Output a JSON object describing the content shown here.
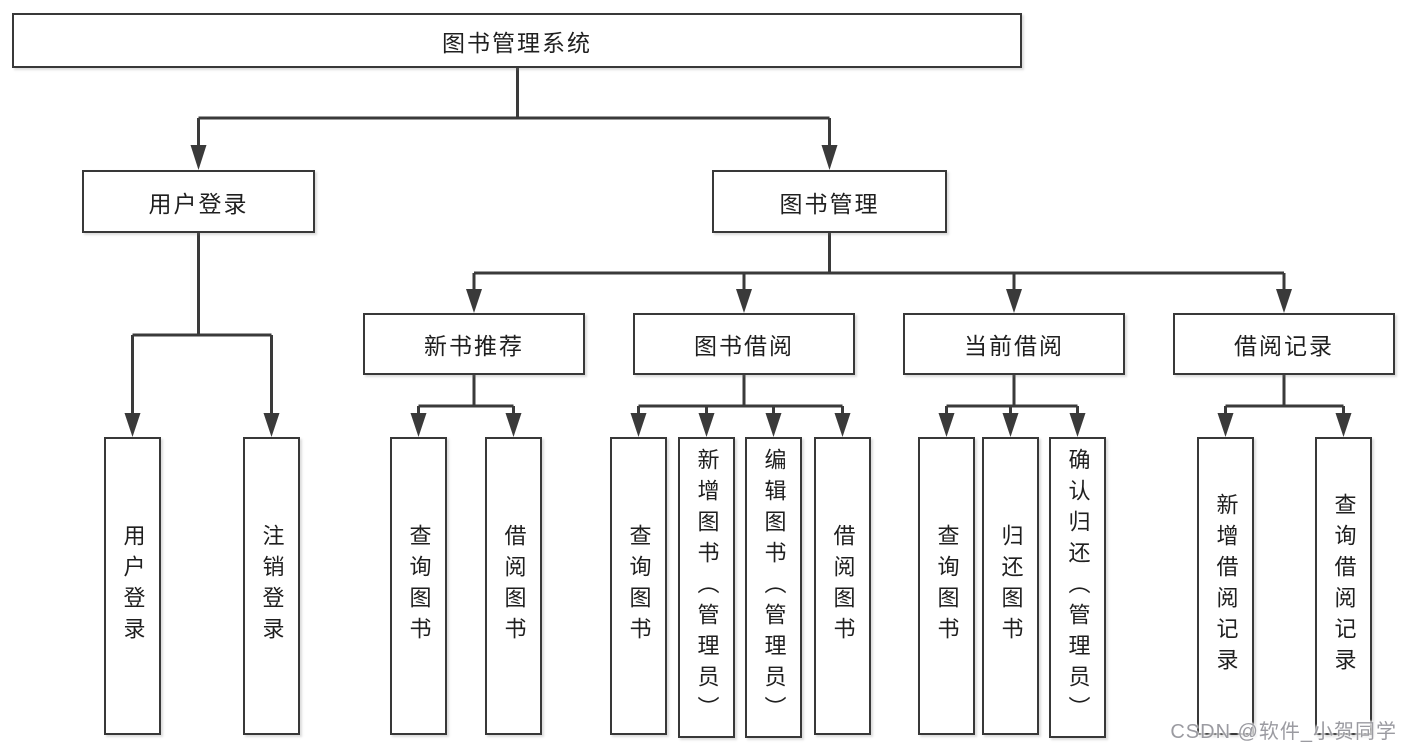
{
  "colors": {
    "line": "#3a3a3a",
    "border": "#383838",
    "text": "#1f1f1f",
    "background": "#ffffff",
    "watermark": "#9b9ba1"
  },
  "watermark": "CSDN @软件_小贺同学",
  "tree": {
    "label": "图书管理系统",
    "children": [
      {
        "label": "用户登录",
        "children": [
          {
            "label": "用户登录"
          },
          {
            "label": "注销登录"
          }
        ]
      },
      {
        "label": "图书管理",
        "children": [
          {
            "label": "新书推荐",
            "children": [
              {
                "label": "查询图书"
              },
              {
                "label": "借阅图书"
              }
            ]
          },
          {
            "label": "图书借阅",
            "children": [
              {
                "label": "查询图书"
              },
              {
                "label": "新增图书（管理员）"
              },
              {
                "label": "编辑图书（管理员）"
              },
              {
                "label": "借阅图书"
              }
            ]
          },
          {
            "label": "当前借阅",
            "children": [
              {
                "label": "查询图书"
              },
              {
                "label": "归还图书"
              },
              {
                "label": "确认归还（管理员）"
              }
            ]
          },
          {
            "label": "借阅记录",
            "children": [
              {
                "label": "新增借阅记录"
              },
              {
                "label": "查询借阅记录"
              }
            ]
          }
        ]
      }
    ]
  }
}
